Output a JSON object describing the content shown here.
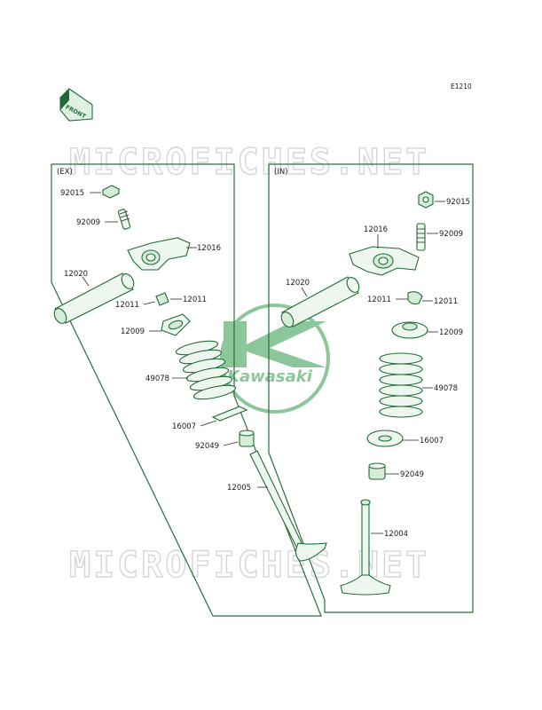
{
  "diagram_ref": "E1210",
  "front_badge": "FRONT",
  "watermark_text": "MICROFICHES.NET",
  "logo_text": "Kawasaki",
  "panels": {
    "ex": {
      "label": "(EX)"
    },
    "in": {
      "label": "(IN)"
    }
  },
  "ex_parts": [
    "92015",
    "92009",
    "12016",
    "12020",
    "12011",
    "12009",
    "49078",
    "16007",
    "92049",
    "12005"
  ],
  "in_parts": [
    "92015",
    "92009",
    "12016",
    "12020",
    "12011",
    "12009",
    "49078",
    "16007",
    "92049",
    "12004"
  ],
  "colors": {
    "line_green": "#1f6b33",
    "logo_green": "#2f9a4a",
    "watermark_gray": "#d6d6d6"
  }
}
